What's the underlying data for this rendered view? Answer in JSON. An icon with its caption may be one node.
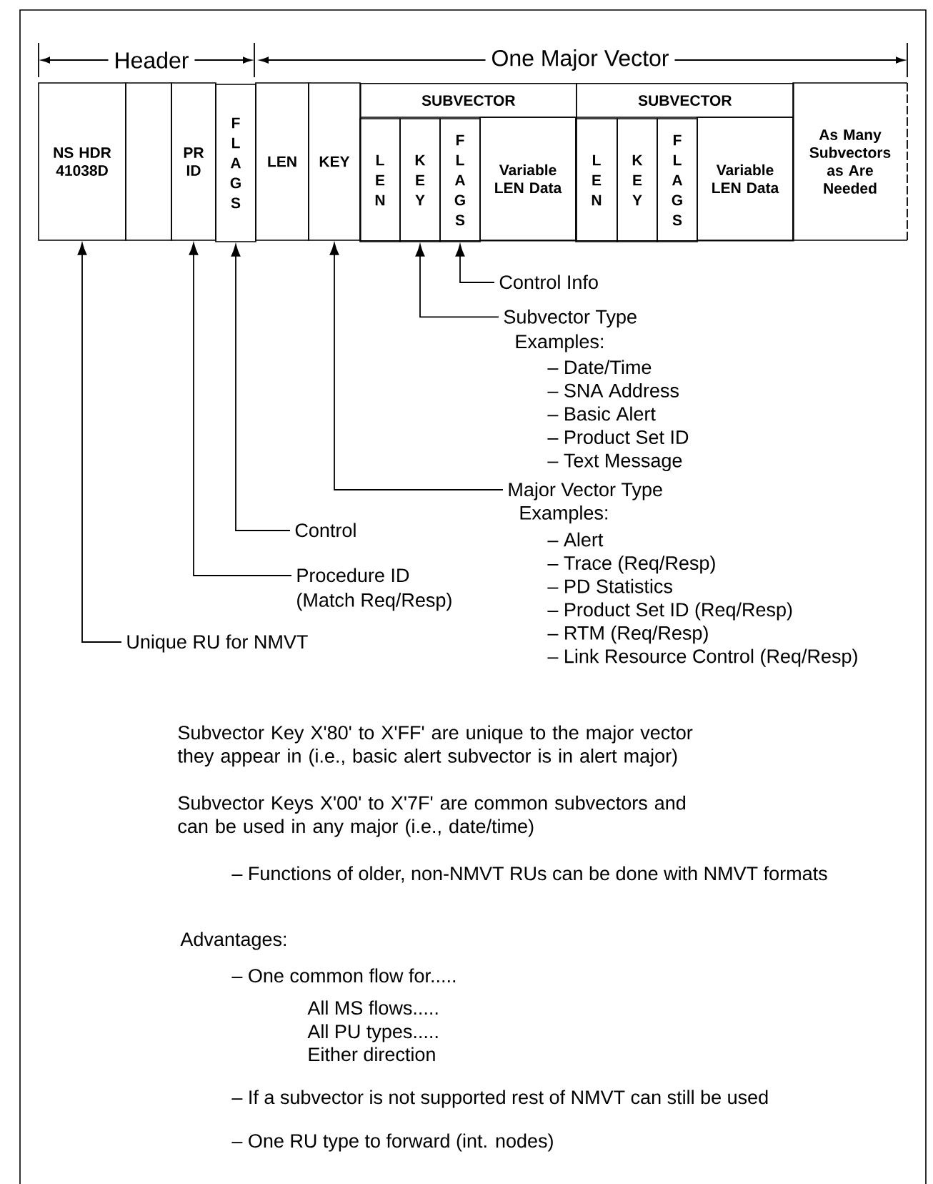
{
  "diagram": {
    "nodes": [
      {
        "text": [
          "NS HDR 41038D"
        ]
      },
      {
        "text": [],
        "shape": "box"
      },
      {
        "text": [
          "PR ID"
        ]
      },
      {
        "text": [
          "FLAGS"
        ]
      },
      {
        "text": [
          "LEN"
        ]
      },
      {
        "text": [
          "KEY"
        ]
      },
      {
        "text": [
          "SUBVECTOR"
        ]
      },
      {
        "text": [
          "LEN"
        ],
        "in": 6
      },
      {
        "text": [
          "KEY"
        ],
        "in": 6
      },
      {
        "text": [
          "FLAGS"
        ],
        "in": 6
      },
      {
        "text": [
          "Variable LEN Data"
        ],
        "in": 6
      },
      {
        "text": [
          "SUBVECTOR"
        ]
      },
      {
        "text": [
          "LEN"
        ],
        "in": 11
      },
      {
        "text": [
          "KEY"
        ],
        "in": 11
      },
      {
        "text": [
          "FLAGS"
        ],
        "in": 11
      },
      {
        "text": [
          "Variable LEN Data"
        ],
        "in": 11
      },
      {
        "text": [
          "As Many Subvectors as Are Needed"
        ]
      },
      {
        "text": [
          "Control Info"
        ]
      },
      {
        "text": [
          "Subvector Type",
          "Examples:",
          "– Date/Time",
          "– SNA Address",
          "– Basic Alert",
          "– Product Set ID",
          "– Text Message"
        ]
      },
      {
        "text": [
          "Major Vector Type",
          "Examples:",
          "– Alert",
          "– Trace (Req/Resp)",
          "– PD Statistics",
          "– Product Set ID (Req/Resp)",
          "– RTM (Req/Resp)",
          "– Link Resource Control (Req/Resp)"
        ]
      },
      {
        "text": [
          "Control"
        ]
      },
      {
        "text": [
          "Procedure ID",
          "(Match Req/Resp)"
        ]
      },
      {
        "text": [
          "Unique RU for NMVT"
        ]
      }
    ],
    "edges": [
      {
        "from": 17,
        "to": 9,
        "arrow": "to"
      },
      {
        "from": 18,
        "to": 8,
        "arrow": "to"
      },
      {
        "from": 19,
        "to": 5,
        "arrow": "to"
      },
      {
        "from": 20,
        "to": 3,
        "arrow": "to"
      },
      {
        "from": 21,
        "to": 2,
        "arrow": "to"
      },
      {
        "from": 22,
        "to": 0,
        "arrow": "to"
      }
    ],
    "labels": [
      "Header",
      "One Major Vector",
      "Subvector Key X'80' to X'FF' are unique to the major vector they appear in (i.e., basic alert subvector is in alert major)",
      "Subvector Keys X'00' to X'7F' are common subvectors and can be used in any major (i.e., date/time)",
      "– Functions of older, non-NMVT RUs can be done with NMVT formats",
      "Advantages:",
      "– One common flow for.....",
      "All MS flows.....",
      "All PU types.....",
      "Either direction",
      "– If a subvector is not supported rest of NMVT can still be used",
      "– One RU type to forward (int. nodes)"
    ]
  }
}
